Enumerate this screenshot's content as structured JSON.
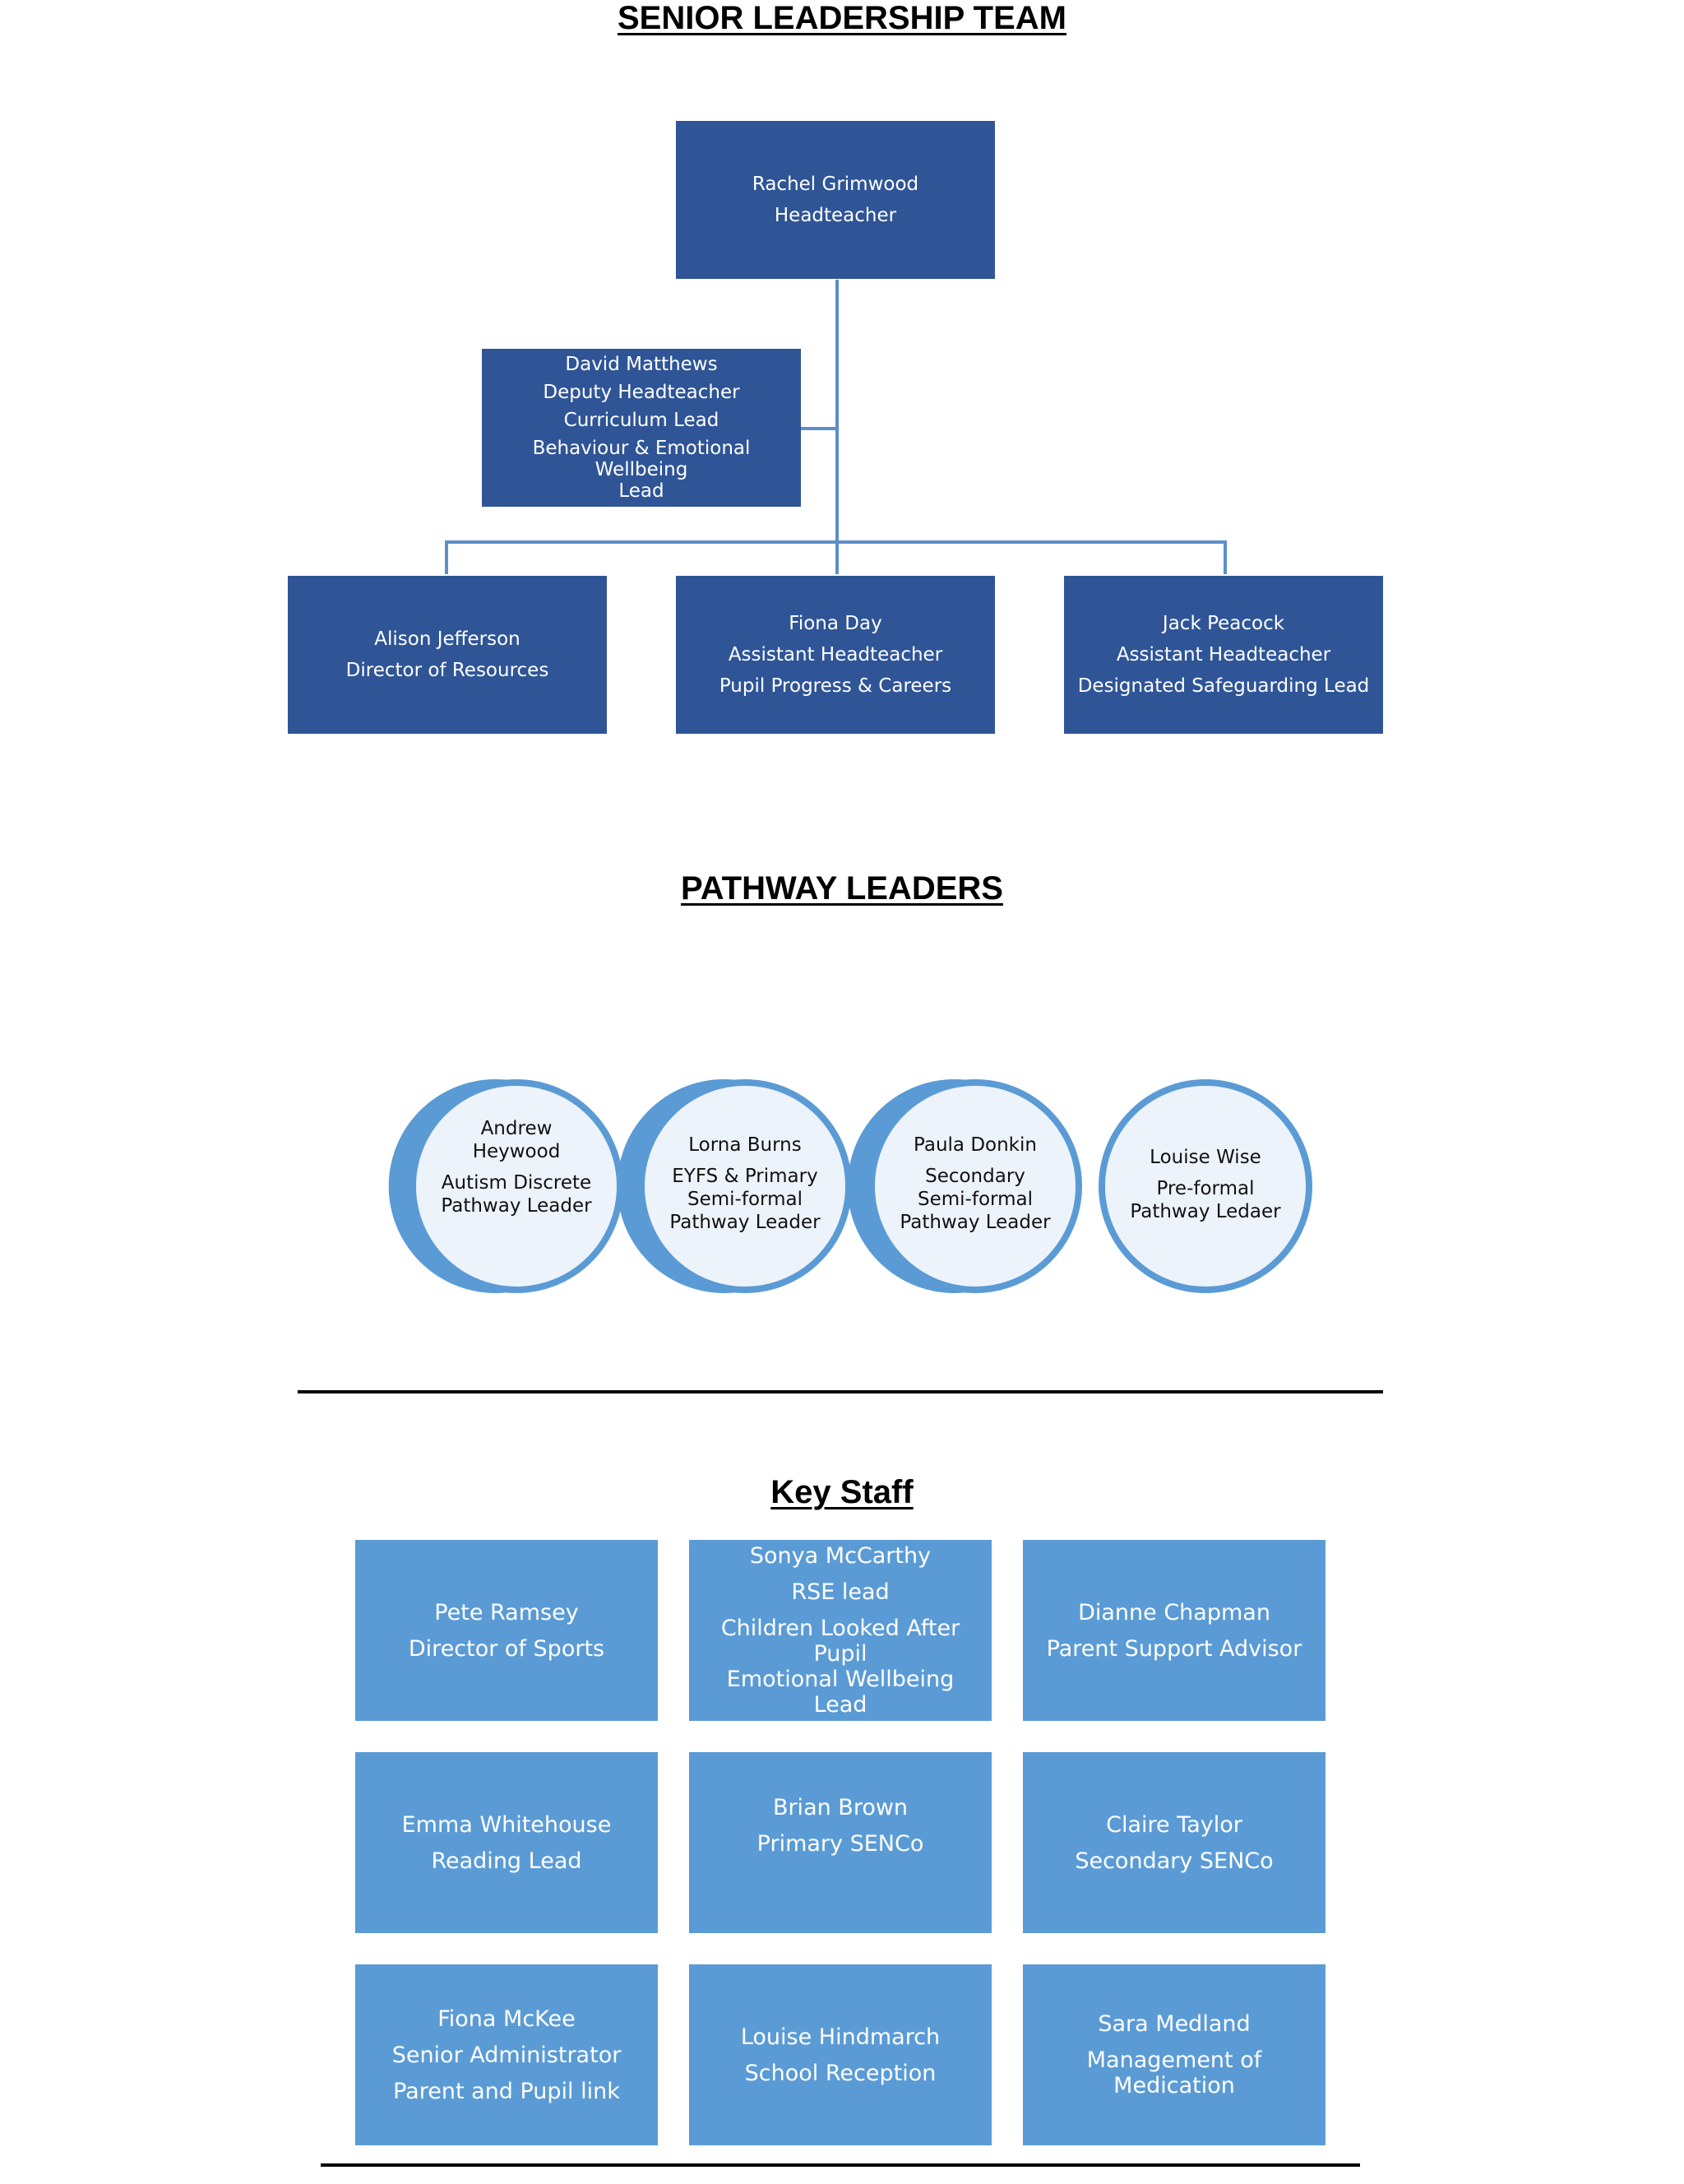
{
  "slt": {
    "title": "SENIOR LEADERSHIP TEAM",
    "head": {
      "name": "Rachel Grimwood",
      "role": "Headteacher"
    },
    "deputy": {
      "name": "David Matthews",
      "role": "Deputy Headteacher",
      "role2": "Curriculum Lead",
      "role3a": "Behaviour & Emotional Wellbeing",
      "role3b": "Lead"
    },
    "alison": {
      "name": "Alison Jefferson",
      "role": "Director of Resources"
    },
    "fiona": {
      "name": "Fiona Day",
      "role": "Assistant Headteacher",
      "role2": "Pupil Progress & Careers"
    },
    "jack": {
      "name": "Jack Peacock",
      "role": "Assistant Headteacher",
      "role2": "Designated Safeguarding Lead"
    }
  },
  "pathway": {
    "title": "PATHWAY LEADERS",
    "leaders": [
      {
        "name_a": "Andrew",
        "name_b": "Heywood",
        "role_a": "Autism Discrete",
        "role_b": "Pathway Leader"
      },
      {
        "name": "Lorna Burns",
        "role_a": "EYFS & Primary",
        "role_b": "Semi-formal",
        "role_c": "Pathway Leader"
      },
      {
        "name": "Paula Donkin",
        "role_a": "Secondary",
        "role_b": "Semi-formal",
        "role_c": "Pathway Leader"
      },
      {
        "name": "Louise Wise",
        "role_a": "Pre-formal",
        "role_b": "Pathway Ledaer"
      }
    ],
    "colors": {
      "circle_fill": "#edf3fb",
      "circle_stroke": "#5b9bd5",
      "arrow": "#5b9bd5"
    }
  },
  "key_staff": {
    "title": "Key Staff",
    "staff": [
      {
        "name": "Pete Ramsey",
        "role": "Director of Sports"
      },
      {
        "name": "Sonya McCarthy",
        "role": "RSE lead",
        "role2a": "Children Looked After Pupil",
        "role2b": "Emotional Wellbeing Lead"
      },
      {
        "name": "Dianne Chapman",
        "role": "Parent Support Advisor"
      },
      {
        "name": "Emma Whitehouse",
        "role": "Reading Lead"
      },
      {
        "name": "Brian Brown",
        "role": "Primary SENCo"
      },
      {
        "name": "Claire Taylor",
        "role": "Secondary SENCo"
      },
      {
        "name": "Fiona McKee",
        "role": "Senior Administrator",
        "role2": "Parent and Pupil link"
      },
      {
        "name": "Louise Hindmarch",
        "role": "School Reception"
      },
      {
        "name": "Sara Medland",
        "role": "Management of Medication"
      }
    ]
  },
  "colors": {
    "dark_box": "#2f5597",
    "light_box": "#5b9bd5",
    "connector": "#5b8fc9"
  }
}
